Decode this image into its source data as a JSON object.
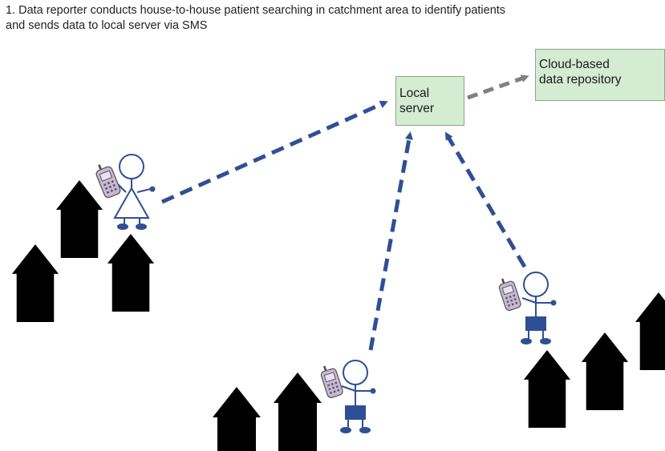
{
  "caption": {
    "line1": "1. Data reporter conducts house-to-house patient searching in catchment area to identify patients",
    "line2": "and sends data to local server via SMS"
  },
  "nodes": {
    "local_server": {
      "line1": "Local",
      "line2": "server"
    },
    "cloud_repository": {
      "line1": "Cloud-based",
      "line2": "data repository"
    }
  },
  "colors": {
    "arrow_sms": "#2f4f95",
    "arrow_upload": "#808080",
    "box_fill": "#d4ecd2",
    "person_stroke": "#2f4f95",
    "house": "#000000"
  },
  "icons": [
    "female-reporter-icon",
    "male-reporter-icon",
    "mobile-phone-icon",
    "house-icon"
  ]
}
